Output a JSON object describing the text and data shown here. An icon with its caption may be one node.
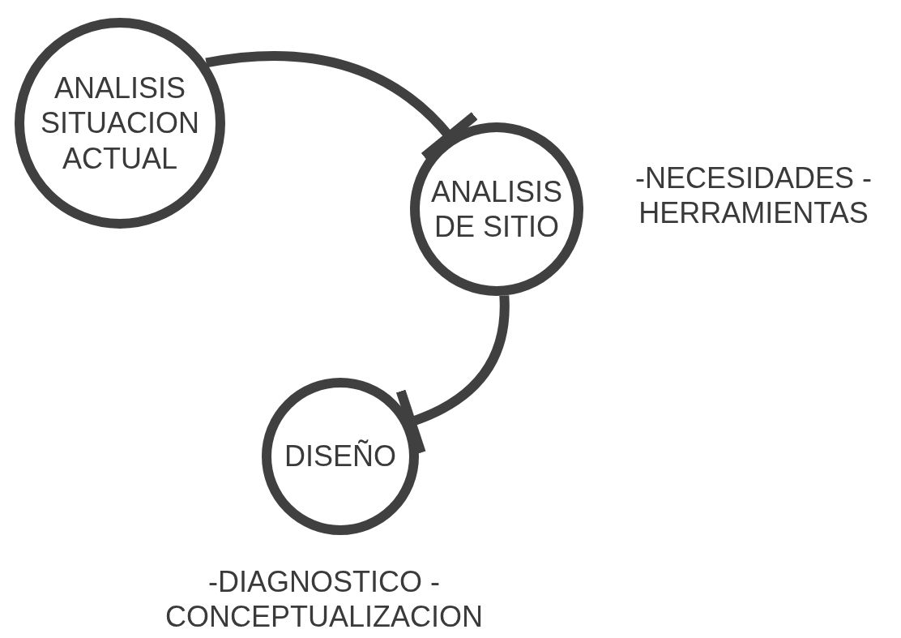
{
  "diagram": {
    "nodes": [
      {
        "text": [
          "ANALISIS SITUACION ACTUAL"
        ]
      },
      {
        "text": [
          "ANALISIS DE SITIO"
        ],
        "beside": [
          "-NECESIDADES -HERRAMIENTAS"
        ]
      },
      {
        "text": [
          "DISEÑO"
        ],
        "beside": [
          "-DIAGNOSTICO -CONCEPTUALIZACION"
        ]
      }
    ],
    "edges": [
      {
        "from": 0,
        "to": 1,
        "arrow": "other"
      },
      {
        "from": 1,
        "to": 2,
        "arrow": "other"
      }
    ]
  }
}
